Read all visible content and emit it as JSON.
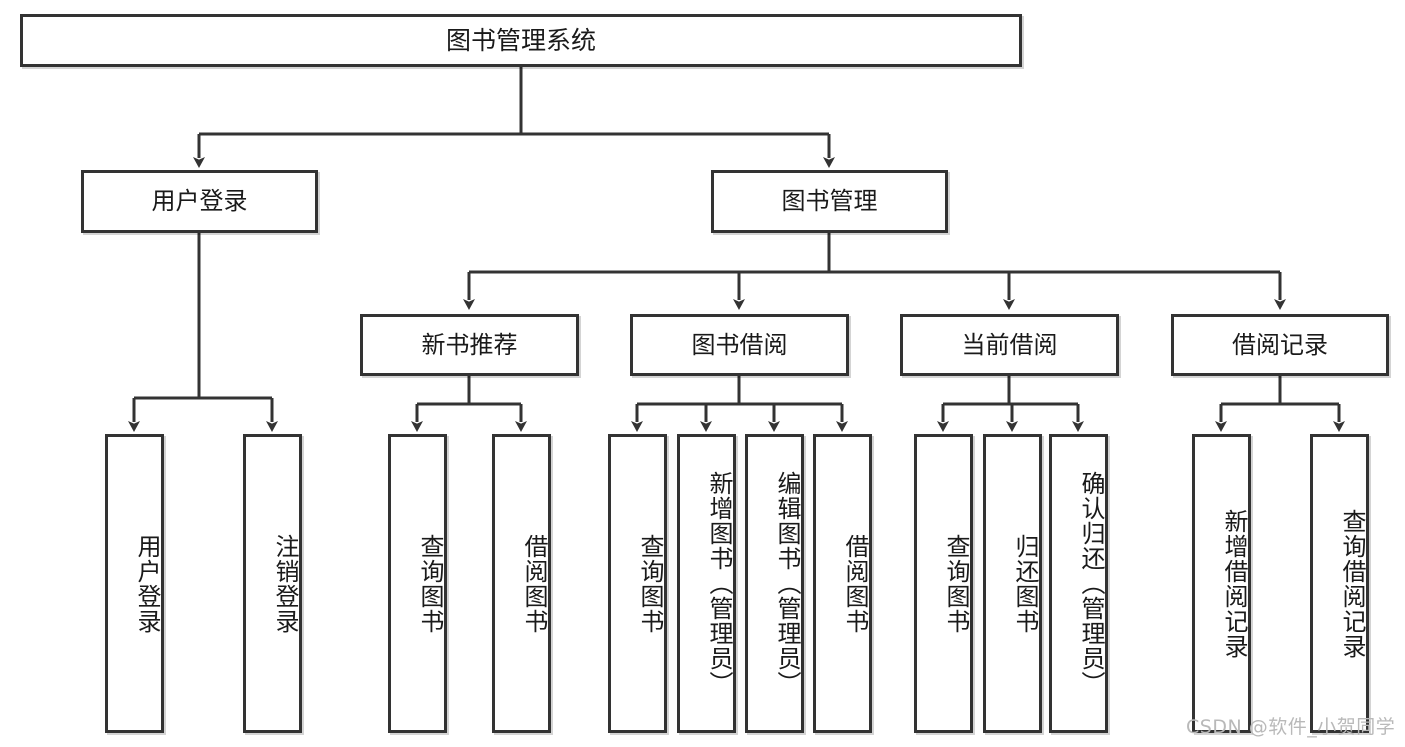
{
  "diagram": {
    "title": "图书管理系统",
    "type": "tree",
    "orientation": "top-down",
    "line_color": "#333333",
    "box_border_color": "#333333",
    "box_fill_color": "#ffffff",
    "text_color": "#1a1a1a",
    "background": "#ffffff"
  },
  "watermark": {
    "text": "CSDN @软件_小贺同学",
    "color": "#b9b9b9"
  },
  "nodes": {
    "root": {
      "label": "图书管理系统",
      "level": 1
    },
    "level2": [
      {
        "id": "user-login",
        "label": "用户登录"
      },
      {
        "id": "book-manage",
        "label": "图书管理"
      }
    ],
    "level3": [
      {
        "id": "new-book-recommend",
        "label": "新书推荐"
      },
      {
        "id": "book-borrow",
        "label": "图书借阅"
      },
      {
        "id": "current-borrow",
        "label": "当前借阅"
      },
      {
        "id": "borrow-record",
        "label": "借阅记录"
      }
    ],
    "leaves": {
      "user-login": [
        {
          "id": "leaf-user-login",
          "label": "用户登录"
        },
        {
          "id": "leaf-logout-login",
          "label": "注销登录"
        }
      ],
      "new-book-recommend": [
        {
          "id": "leaf-query-book-1",
          "label": "查询图书"
        },
        {
          "id": "leaf-borrow-book-1",
          "label": "借阅图书"
        }
      ],
      "book-borrow": [
        {
          "id": "leaf-query-book-2",
          "label": "查询图书"
        },
        {
          "id": "leaf-add-book",
          "label": "新增图书（管理员）"
        },
        {
          "id": "leaf-edit-book",
          "label": "编辑图书（管理员）"
        },
        {
          "id": "leaf-borrow-book-2",
          "label": "借阅图书"
        }
      ],
      "current-borrow": [
        {
          "id": "leaf-query-book-3",
          "label": "查询图书"
        },
        {
          "id": "leaf-return-book",
          "label": "归还图书"
        },
        {
          "id": "leaf-confirm-return",
          "label": "确认归还（管理员）"
        }
      ],
      "borrow-record": [
        {
          "id": "leaf-add-record",
          "label": "新增借阅记录"
        },
        {
          "id": "leaf-query-record",
          "label": "查询借阅记录"
        }
      ]
    }
  }
}
